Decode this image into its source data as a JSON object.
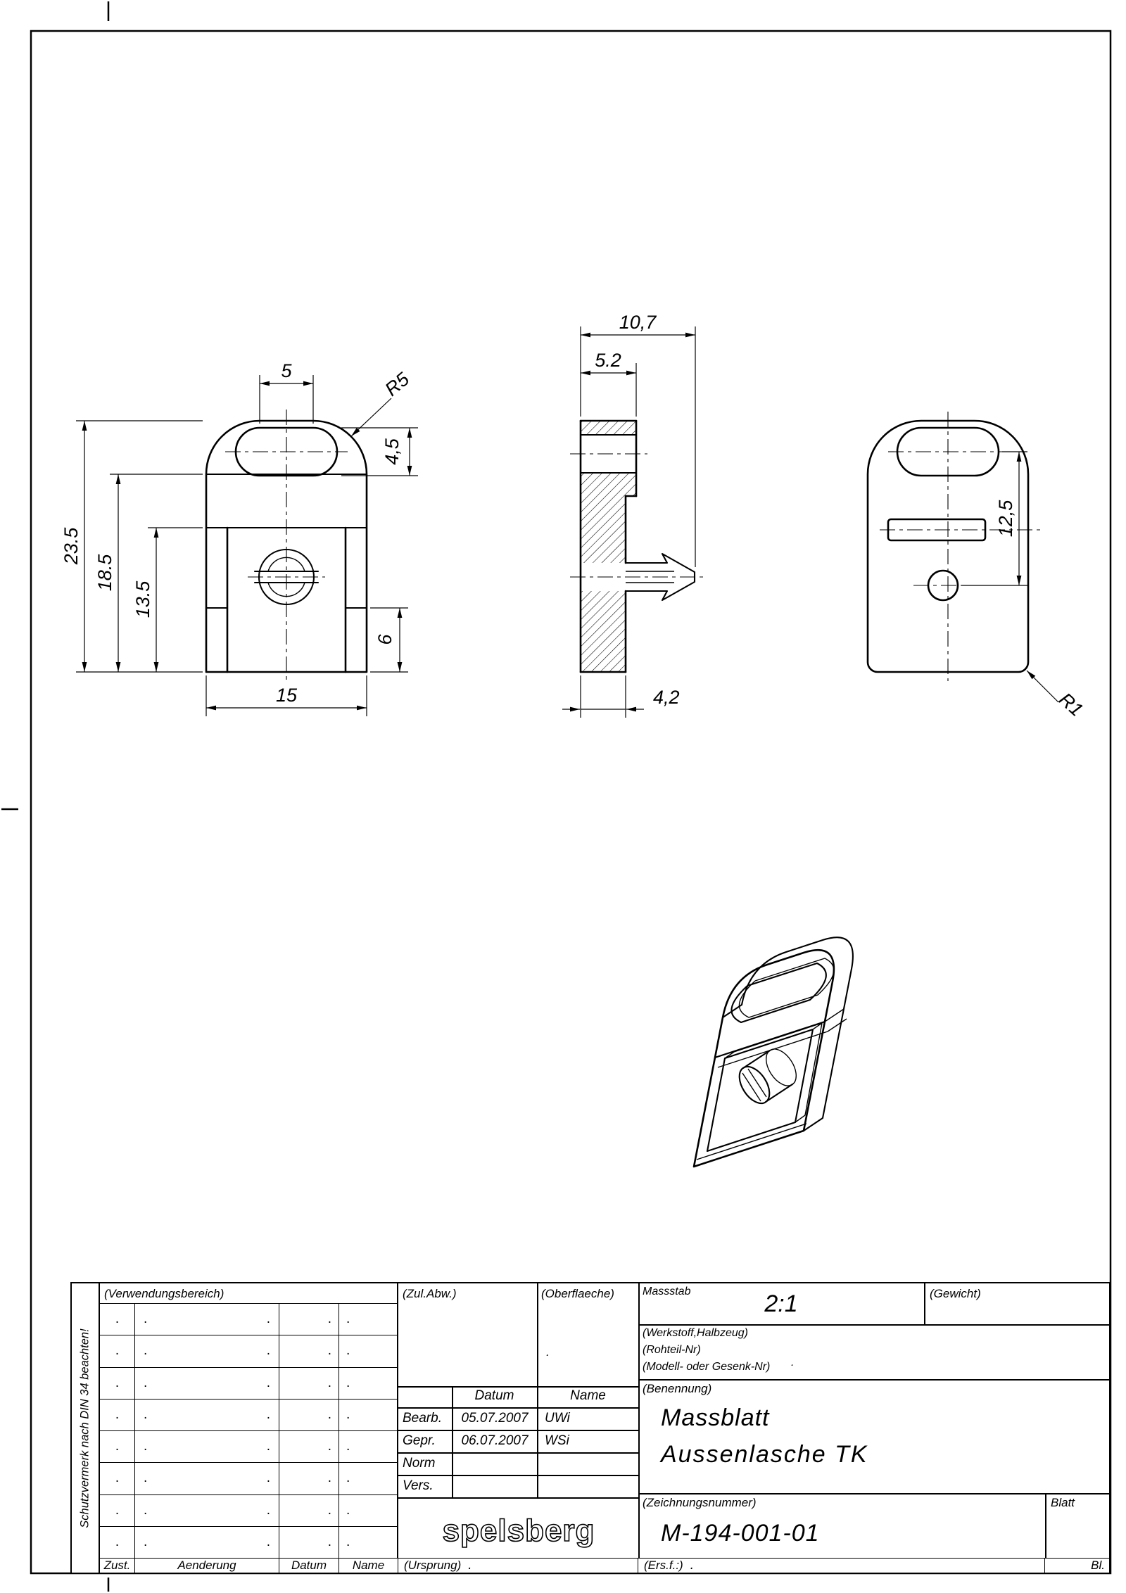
{
  "sheet": {
    "schutzvermerk": "Schutzvermerk nach DIN 34 beachten!",
    "dot": "."
  },
  "views": {
    "front": {
      "dim_slot_width": "5",
      "dim_radius": "R5",
      "dim_slot_height": "4,5",
      "dim_total_height": "23.5",
      "dim_head_height": "18.5",
      "dim_body_height": "13.5",
      "dim_leg_height": "6",
      "dim_width": "15"
    },
    "side": {
      "dim_total_depth": "10,7",
      "dim_head_depth": "5.2",
      "dim_leg_depth": "4,2"
    },
    "back": {
      "dim_hole_distance": "12,5",
      "dim_corner_radius": "R1"
    }
  },
  "titleblock": {
    "verwendungsbereich": "(Verwendungsbereich)",
    "zul_abw": "(Zul.Abw.)",
    "oberflaeche": "(Oberflaeche)",
    "massstab_label": "Massstab",
    "massstab_value": "2:1",
    "gewicht": "(Gewicht)",
    "werkstoff": "(Werkstoff,Halbzeug)",
    "rohteil": "(Rohteil-Nr)",
    "modell": "(Modell- oder Gesenk-Nr)",
    "benennung": "(Benennung)",
    "title_line1": "Massblatt",
    "title_line2": "Aussenlasche TK",
    "zeichnungsnummer_label": "(Zeichnungsnummer)",
    "zeichnungsnummer": "M-194-001-01",
    "blatt": "Blatt",
    "bl": "Bl.",
    "ers_f": "(Ers.f.:)",
    "ursprung": "(Ursprung)",
    "datum_header": "Datum",
    "name_header": "Name",
    "approval_rows": [
      {
        "label": "Bearb.",
        "datum": "05.07.2007",
        "name": "UWi"
      },
      {
        "label": "Gepr.",
        "datum": "06.07.2007",
        "name": "WSi"
      },
      {
        "label": "Norm",
        "datum": "",
        "name": ""
      },
      {
        "label": "Vers.",
        "datum": "",
        "name": ""
      }
    ],
    "footer": {
      "zust": "Zust.",
      "aenderung": "Aenderung",
      "datum": "Datum",
      "name": "Name"
    },
    "logo": "spelsberg",
    "revision_empty_rows": 8
  }
}
